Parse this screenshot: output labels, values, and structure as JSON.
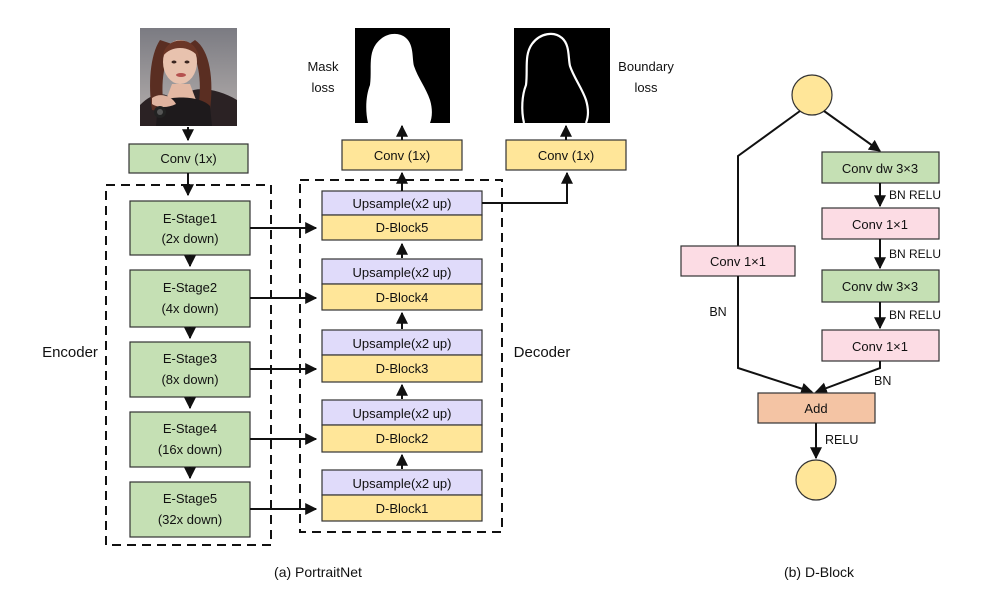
{
  "portraitnet": {
    "input_conv": "Conv (1x)",
    "encoder_label": "Encoder",
    "decoder_label": "Decoder",
    "stages": [
      {
        "line1": "E-Stage1",
        "line2": "(2x down)"
      },
      {
        "line1": "E-Stage2",
        "line2": "(4x down)"
      },
      {
        "line1": "E-Stage3",
        "line2": "(8x down)"
      },
      {
        "line1": "E-Stage4",
        "line2": "(16x down)"
      },
      {
        "line1": "E-Stage5",
        "line2": "(32x down)"
      }
    ],
    "decoder_blocks": [
      {
        "upsample": "Upsample(x2 up)",
        "dblock": "D-Block5"
      },
      {
        "upsample": "Upsample(x2 up)",
        "dblock": "D-Block4"
      },
      {
        "upsample": "Upsample(x2 up)",
        "dblock": "D-Block3"
      },
      {
        "upsample": "Upsample(x2 up)",
        "dblock": "D-Block2"
      },
      {
        "upsample": "Upsample(x2 up)",
        "dblock": "D-Block1"
      }
    ],
    "mask_conv": "Conv (1x)",
    "boundary_conv": "Conv (1x)",
    "mask_loss": {
      "line1": "Mask",
      "line2": "loss"
    },
    "boundary_loss": {
      "line1": "Boundary",
      "line2": "loss"
    },
    "caption": "(a) PortraitNet"
  },
  "dblock": {
    "skip_conv": "Conv 1×1",
    "skip_bn": "BN",
    "convs": [
      "Conv dw 3×3",
      "Conv 1×1",
      "Conv dw 3×3",
      "Conv 1×1"
    ],
    "between_labels": [
      "BN RELU",
      "BN RELU",
      "BN RELU"
    ],
    "after_label": "BN",
    "add": "Add",
    "relu": "RELU",
    "caption": "(b) D-Block"
  },
  "colors": {
    "encoder_green": "#c5e0b4",
    "conv_yellow": "#ffe699",
    "upsample_purple": "#e0dbfa",
    "conv_pink": "#fcdce4",
    "add_salmon": "#f4c4a4",
    "node_yellow": "#ffe699"
  }
}
